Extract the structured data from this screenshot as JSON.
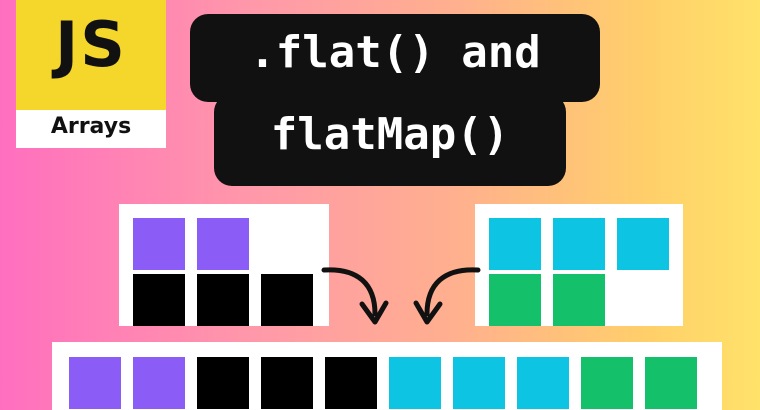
{
  "logo": {
    "main": "JS",
    "sub": "Arrays"
  },
  "title": {
    "line1": ".flat() and",
    "line2": "flatMap()"
  },
  "colors": {
    "purple": "#8b5cf6",
    "black": "#000000",
    "cyan": "#0ec4e3",
    "green": "#14c06a",
    "white": "#ffffff",
    "yellow": "#f5d62a"
  },
  "left_array": {
    "rows": [
      [
        "purple",
        "purple"
      ],
      [
        "black",
        "black",
        "black"
      ]
    ]
  },
  "right_array": {
    "rows": [
      [
        "cyan",
        "cyan",
        "cyan"
      ],
      [
        "green",
        "green"
      ]
    ]
  },
  "result_array": [
    "purple",
    "purple",
    "black",
    "black",
    "black",
    "cyan",
    "cyan",
    "cyan",
    "green",
    "green"
  ]
}
